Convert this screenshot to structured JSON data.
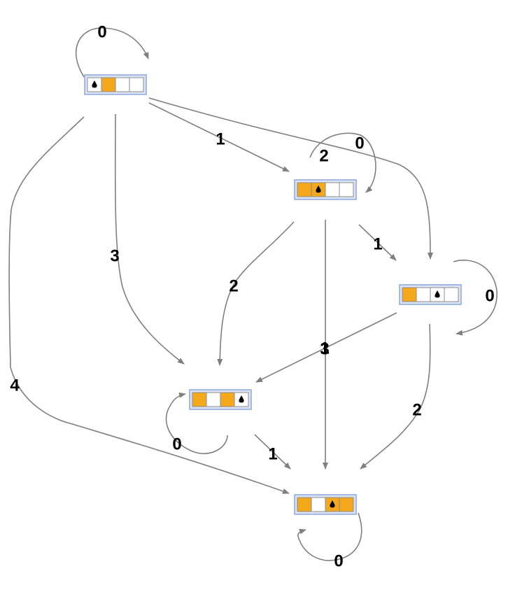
{
  "colors": {
    "filled": "#f4a81c",
    "empty": "#ffffff",
    "frame_fill": "#dce3f5",
    "frame_stroke": "#8fa6dc",
    "edge": "#7f7f7f",
    "head": "#000000"
  },
  "states": [
    {
      "id": "s0",
      "cells": [
        0,
        1,
        0,
        0
      ],
      "head": 0
    },
    {
      "id": "s1",
      "cells": [
        1,
        1,
        0,
        0
      ],
      "head": 1
    },
    {
      "id": "s2",
      "cells": [
        1,
        0,
        0,
        0
      ],
      "head": 2
    },
    {
      "id": "s3",
      "cells": [
        1,
        0,
        1,
        0
      ],
      "head": 3
    },
    {
      "id": "s4",
      "cells": [
        1,
        0,
        1,
        1
      ],
      "head": 2
    }
  ],
  "edges": [
    {
      "from": "s0",
      "to": "s0",
      "label": "0"
    },
    {
      "from": "s0",
      "to": "s1",
      "label": "1"
    },
    {
      "from": "s0",
      "to": "s2",
      "label": "2"
    },
    {
      "from": "s0",
      "to": "s3",
      "label": "3"
    },
    {
      "from": "s0",
      "to": "s4",
      "label": "4"
    },
    {
      "from": "s1",
      "to": "s1",
      "label": "0"
    },
    {
      "from": "s1",
      "to": "s2",
      "label": "1"
    },
    {
      "from": "s1",
      "to": "s3",
      "label": "2"
    },
    {
      "from": "s1",
      "to": "s4",
      "label": "3"
    },
    {
      "from": "s2",
      "to": "s2",
      "label": "0"
    },
    {
      "from": "s2",
      "to": "s3",
      "label": "1"
    },
    {
      "from": "s2",
      "to": "s4",
      "label": "2"
    },
    {
      "from": "s3",
      "to": "s3",
      "label": "0"
    },
    {
      "from": "s3",
      "to": "s4",
      "label": "1"
    },
    {
      "from": "s4",
      "to": "s4",
      "label": "0"
    }
  ]
}
